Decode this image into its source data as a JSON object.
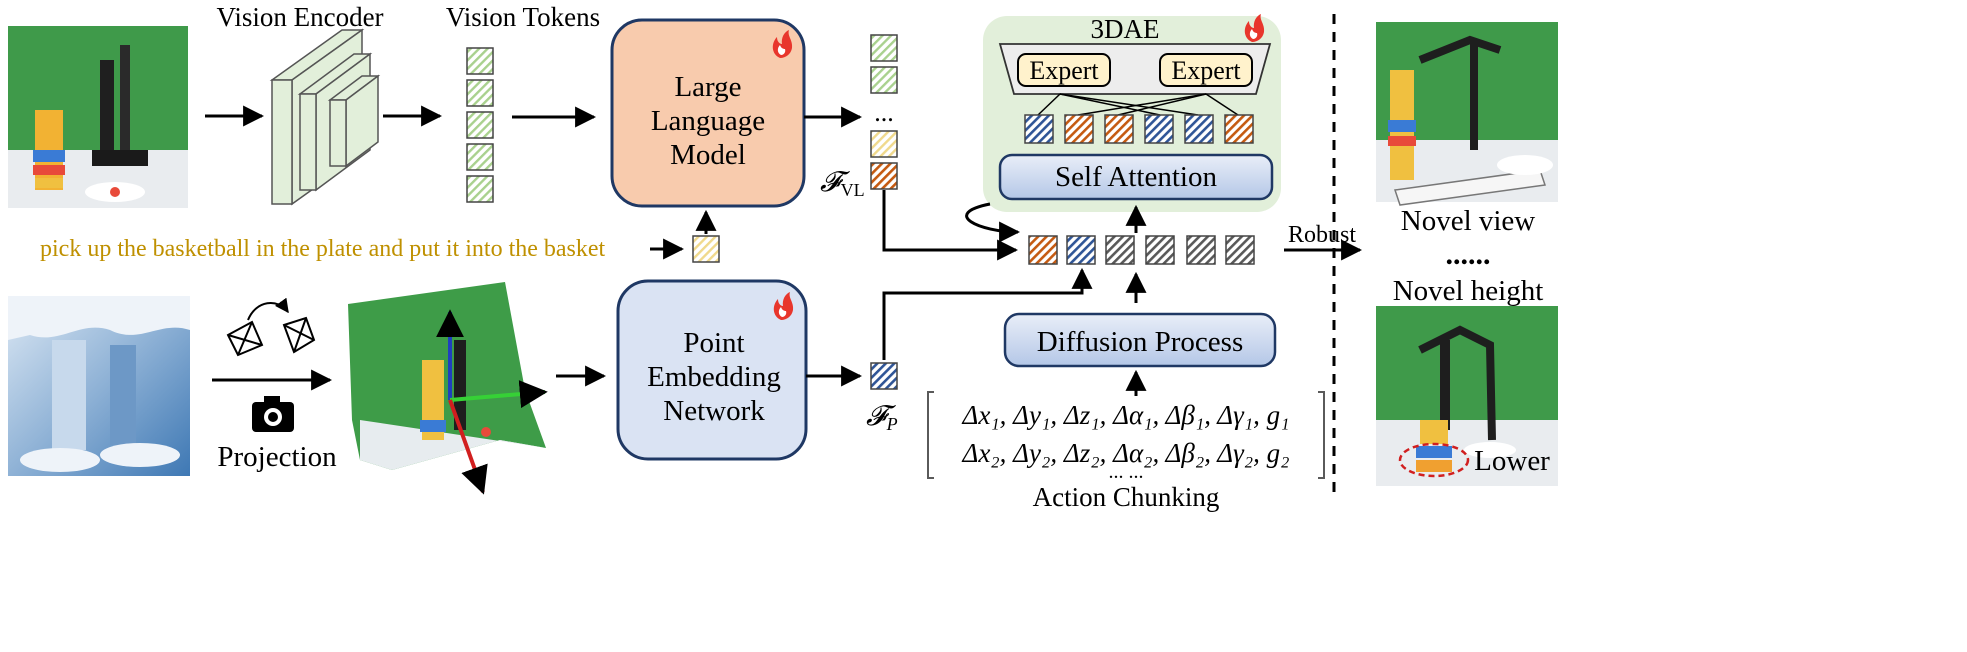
{
  "labels": {
    "vision_encoder": "Vision Encoder",
    "vision_tokens": "Vision Tokens",
    "llm_line1": "Large",
    "llm_line2": "Language",
    "llm_line3": "Model",
    "ellipsis_tokens": "...",
    "f_vl": "𝓕",
    "f_vl_sub": "VL",
    "f_p": "𝓕",
    "f_p_sub": "P",
    "instruction": "pick up the basketball in the plate and put it into the basket",
    "pen_line1": "Point",
    "pen_line2": "Embedding",
    "pen_line3": "Network",
    "projection": "Projection",
    "dae_title": "3DAE",
    "expert_left": "Expert",
    "expert_right": "Expert",
    "self_attention": "Self Attention",
    "diffusion": "Diffusion Process",
    "action_row1": "Δx₁, Δy₁, Δz₁, Δα₁, Δβ₁, Δγ₁, g₁",
    "action_row2": "Δx₂, Δy₂, Δz₂, Δα₂, Δβ₂, Δγ₂, g₂",
    "action_dots": "... ...",
    "action_chunking": "Action Chunking",
    "robust": "Robust",
    "novel_view": "Novel view",
    "dots": "......",
    "novel_height": "Novel height",
    "lower": "Lower"
  },
  "colors": {
    "llm_fill": "#f8cbad",
    "pen_fill": "#dae3f3",
    "dae_bg": "#e2efda",
    "token_green": "#a9d18e",
    "token_yellow": "#f0d98c",
    "token_orange": "#c55a11",
    "token_blue": "#2f5597",
    "token_gray": "#595959",
    "instruction_text": "#bf9000",
    "expert_fill": "#fff2cc",
    "flame": "#e8362c"
  }
}
